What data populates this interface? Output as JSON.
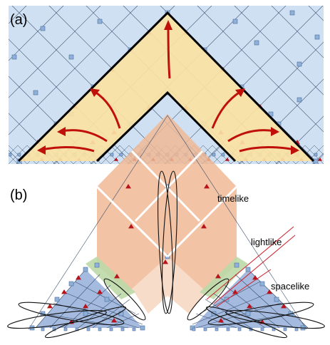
{
  "panels": [
    {
      "id": "a",
      "label": "(a)"
    },
    {
      "id": "b",
      "label": "(b)"
    }
  ],
  "regions": {
    "timelike": "timelike",
    "lightlike": "lightlike",
    "spacelike": "spacelike"
  },
  "colors": {
    "sky": "#cfe0f2",
    "cone": "#fbe2a3",
    "arrow": "#c0100a",
    "timelike_fill": "#f0b995",
    "lightlike_fill": "#bcd9a8",
    "spacelike_fill": "#9ab3dc",
    "node": "#8fb0d8",
    "marker": "#b8121a"
  }
}
